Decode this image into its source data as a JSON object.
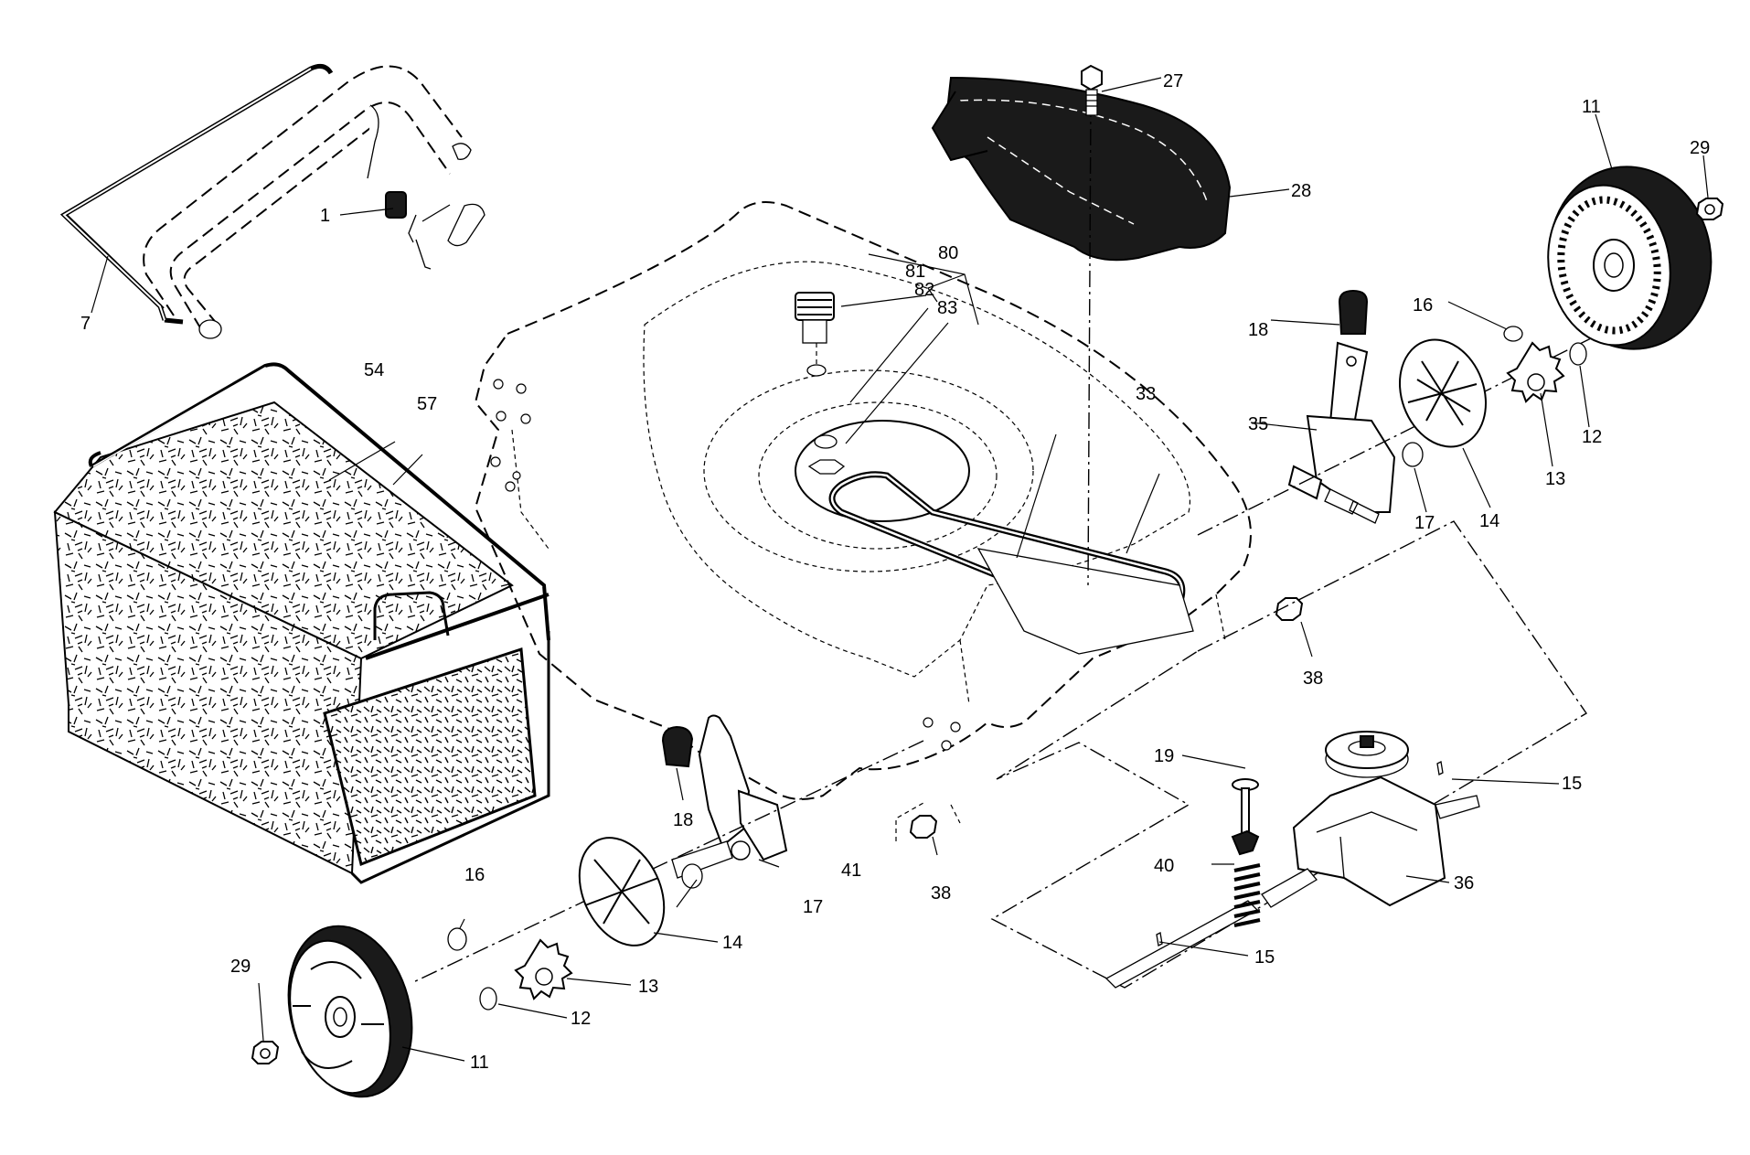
{
  "callouts": {
    "p1": "1",
    "p7": "7",
    "p11_top": "11",
    "p11_bottom": "11",
    "p12_right": "12",
    "p12_left": "12",
    "p13_right": "13",
    "p13_left": "13",
    "p14_right": "14",
    "p14_left": "14",
    "p15_upper": "15",
    "p15_lower": "15",
    "p16_right": "16",
    "p16_left": "16",
    "p17_right": "17",
    "p17_left": "17",
    "p18_right": "18",
    "p18_left": "18",
    "p19": "19",
    "p27": "27",
    "p28": "28",
    "p29_top": "29",
    "p29_bottom": "29",
    "p33": "33",
    "p35": "35",
    "p36": "36",
    "p38_upper": "38",
    "p38_lower": "38",
    "p40": "40",
    "p41": "41",
    "p54": "54",
    "p57": "57",
    "p80": "80",
    "p81": "81",
    "p82": "82",
    "p83": "83"
  }
}
